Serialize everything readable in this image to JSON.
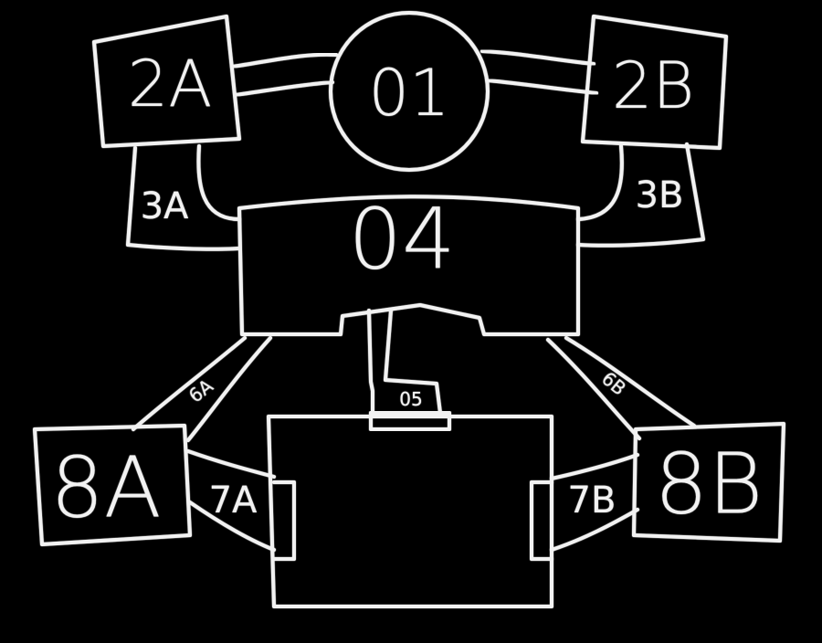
{
  "stroke_color": "#f2f2f2",
  "background_color": "#000000",
  "nodes": {
    "n01": "01",
    "n2a": "2A",
    "n2b": "2B",
    "n04": "04",
    "n05": "05",
    "n8a": "8A",
    "n8b": "8B"
  },
  "links": {
    "l3a": "3A",
    "l3b": "3B",
    "l6a": "6A",
    "l6b": "6B",
    "l7a": "7A",
    "l7b": "7B"
  }
}
